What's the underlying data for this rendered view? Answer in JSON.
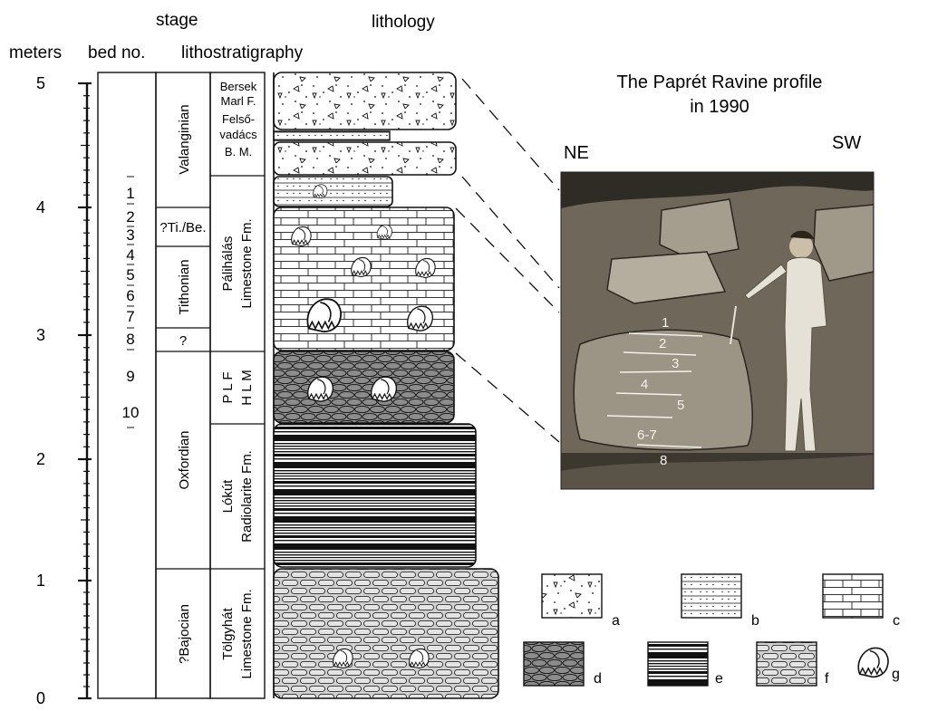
{
  "headers": {
    "stage": "stage",
    "lithology": "lithology",
    "meters": "meters",
    "bed_no": "bed no.",
    "lithostratigraphy": "lithostratigraphy"
  },
  "meter_ticks": [
    "0",
    "1",
    "2",
    "3",
    "4",
    "5"
  ],
  "beds": [
    "1",
    "2",
    "3",
    "4",
    "5",
    "6",
    "7",
    "8",
    "9",
    "10"
  ],
  "stages": {
    "valanginian": "Valanginian",
    "ti_be": "?Ti./Be.",
    "tithonian": "Tithonian",
    "question": "?",
    "oxfordian": "Oxfordian",
    "bajocian": "?Bajocian"
  },
  "formations": {
    "bersek": [
      "Bersek",
      "Marl F.",
      "Felső-",
      "vadács",
      "B. M."
    ],
    "palihalas": [
      "Pálihálás",
      "Limestone Fm."
    ],
    "plf": [
      "P L F",
      "H L M"
    ],
    "lokut": [
      "Lókút",
      "Radiolarite Fm."
    ],
    "tolgyhat": [
      "Tölgyhát",
      "Limestone Fm."
    ]
  },
  "photo": {
    "title_line1": "The Paprét Ravine profile",
    "title_line2": "in 1990",
    "ne": "NE",
    "sw": "SW",
    "bed_labels": [
      "1",
      "2",
      "3",
      "4",
      "5",
      "6-7",
      "8"
    ]
  },
  "legend": [
    "a",
    "b",
    "c",
    "d",
    "e",
    "f",
    "g"
  ],
  "colors": {
    "line": "#111111",
    "nodular_dark": "#8c8c8c",
    "nodular_light": "#cfcfcf",
    "photo_dark": "#3a352c",
    "photo_rock": "#9a9284",
    "photo_light": "#cfc8ba"
  }
}
